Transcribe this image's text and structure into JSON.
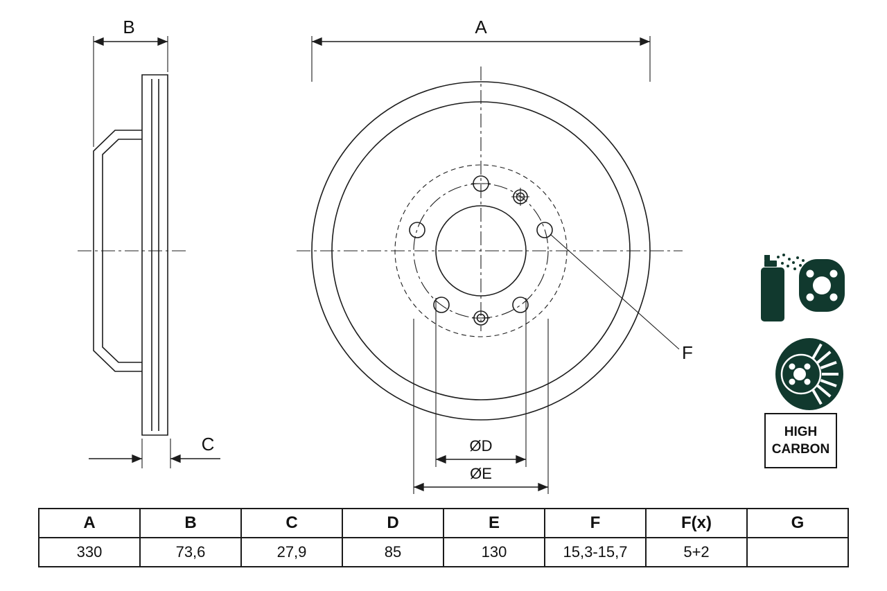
{
  "page": {
    "background": "#ffffff"
  },
  "drawing": {
    "labels": {
      "A": "A",
      "B": "B",
      "C": "C",
      "OD": "ØD",
      "OE": "ØE",
      "F": "F"
    },
    "colors": {
      "line": "#1c1c1c",
      "icon": "#11392e"
    },
    "icons": [
      {
        "name": "spray-coating-icon"
      },
      {
        "name": "coated-disc-icon"
      }
    ],
    "high_carbon": {
      "line1": "HIGH",
      "line2": "CARBON"
    }
  },
  "table": {
    "headers": [
      "A",
      "B",
      "C",
      "D",
      "E",
      "F",
      "F(x)",
      "G"
    ],
    "values": [
      "330",
      "73,6",
      "27,9",
      "85",
      "130",
      "15,3-15,7",
      "5+2",
      ""
    ]
  }
}
